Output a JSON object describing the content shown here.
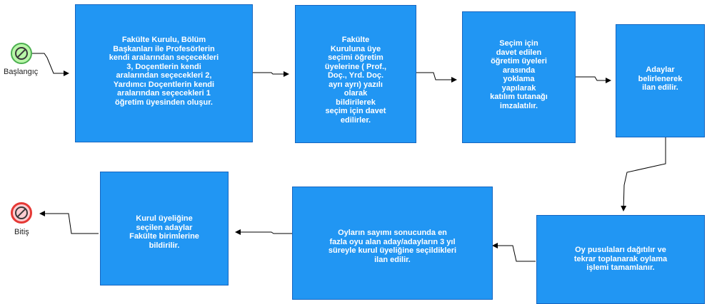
{
  "start": {
    "label": "Başlangıç"
  },
  "end": {
    "label": "Bitiş"
  },
  "colors": {
    "task_fill": "#2196f3",
    "start_fill": "#b9f6a8",
    "start_border": "#4caf50",
    "end_fill": "#ffcdd2",
    "end_border": "#e53935"
  },
  "tasks": [
    {
      "text": "Fakülte Kurulu, Bölüm\nBaşkanları ile Profesörlerin\nkendi aralarından seçecekleri\n3, Doçentlerin kendi\naralarından seçecekleri 2,\nYardımcı Doçentlerin kendi\naralarından seçecekleri 1\nöğretim üyesinden oluşur."
    },
    {
      "text": "Fakülte\nKuruluna üye\nseçimi öğretim\nüyelerine ( Prof.,\nDoç., Yrd. Doç.\nayrı ayrı) yazılı\nolarak\nbildirilerek\nseçim için davet\nedilirler."
    },
    {
      "text": "Seçim için\ndavet edilen\nöğretim üyeleri\narasında\nyoklama\nyapılarak\nkatılım tutanağı\nimzalatılır."
    },
    {
      "text": "Adaylar\nbelirlenerek\nilan edilir."
    },
    {
      "text": "Oy pusulaları dağıtılır ve\ntekrar toplanarak oylama\nişlemi tamamlanır."
    },
    {
      "text": "Oyların sayımı sonucunda en\nfazla oyu alan aday/adayların 3 yıl\nsüreyle kurul üyeliğine seçildikleri\nilan edilir."
    },
    {
      "text": "Kurul üyeliğine\nseçilen adaylar\nFakülte birimlerine\nbildirilir."
    }
  ]
}
